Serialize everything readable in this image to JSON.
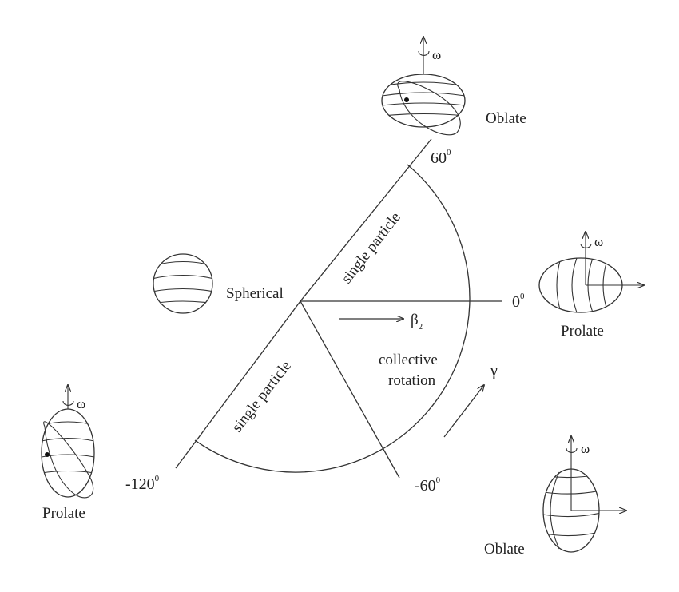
{
  "diagram": {
    "angles": {
      "top": "60",
      "right": "0",
      "lower_right": "-60",
      "lower_left": "-120",
      "degree_mark": "0"
    },
    "labels": {
      "spherical": "Spherical",
      "single_particle_upper": "single particle",
      "single_particle_lower": "single particle",
      "collective_line1": "collective",
      "collective_line2": "rotation",
      "beta": "β",
      "beta_sub": "2",
      "gamma": "γ",
      "omega": "ω"
    },
    "shapes": {
      "top": "Oblate",
      "right": "Prolate",
      "lower_left": "Prolate",
      "lower_right": "Oblate"
    },
    "colors": {
      "stroke": "#333333",
      "text": "#222222",
      "background": "#ffffff"
    }
  }
}
